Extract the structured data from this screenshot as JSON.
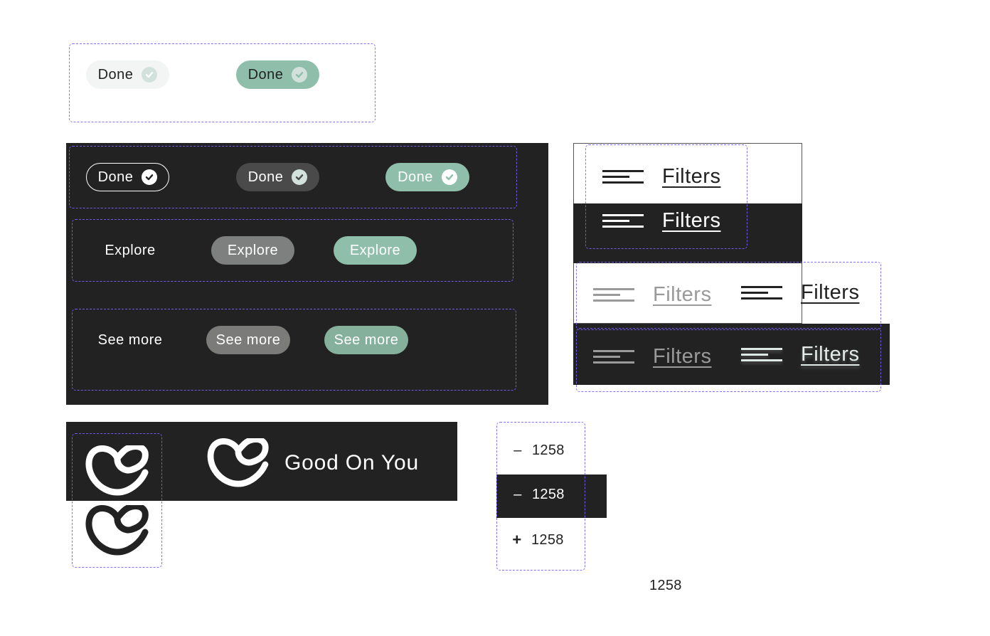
{
  "colors": {
    "dark_bg": "#222222",
    "accent_green": "#8fbfaa",
    "light_pill": "#f2f5f4",
    "grey_pill": "#4a4a4a",
    "mid_grey_pill": "#7d7d7d",
    "dashed_outline": "#7b61ff"
  },
  "done_light": {
    "items": [
      {
        "label": "Done",
        "variant": "light",
        "icon": "check-circle-icon"
      },
      {
        "label": "Done",
        "variant": "green",
        "icon": "check-circle-icon"
      }
    ]
  },
  "done_dark": {
    "items": [
      {
        "label": "Done",
        "variant": "outline",
        "icon": "check-circle-icon"
      },
      {
        "label": "Done",
        "variant": "grey",
        "icon": "check-circle-icon"
      },
      {
        "label": "Done",
        "variant": "green",
        "icon": "check-circle-icon"
      }
    ]
  },
  "explore": {
    "items": [
      {
        "label": "Explore",
        "variant": "text"
      },
      {
        "label": "Explore",
        "variant": "grey"
      },
      {
        "label": "Explore",
        "variant": "green"
      }
    ]
  },
  "see_more": {
    "items": [
      {
        "label": "See more",
        "variant": "text"
      },
      {
        "label": "See more",
        "variant": "grey"
      },
      {
        "label": "See more",
        "variant": "green"
      }
    ]
  },
  "filters": {
    "label": "Filters",
    "icon": "filter-lines-icon",
    "variants": [
      {
        "label": "Filters",
        "state": "default-light"
      },
      {
        "label": "Filters",
        "state": "default-dark"
      },
      {
        "label": "Filters",
        "state": "disabled-light"
      },
      {
        "label": "Filters",
        "state": "active-light"
      },
      {
        "label": "Filters",
        "state": "disabled-dark"
      },
      {
        "label": "Filters",
        "state": "active-dark"
      }
    ]
  },
  "brand": {
    "name": "Good On You",
    "logo_icon": "good-on-you-logo-icon"
  },
  "counter": {
    "items": [
      {
        "sign": "–",
        "value": "1258",
        "icon": "minus-icon"
      },
      {
        "sign": "–",
        "value": "1258",
        "icon": "minus-icon"
      },
      {
        "sign": "+",
        "value": "1258",
        "icon": "plus-icon"
      }
    ],
    "plain_value": "1258"
  }
}
